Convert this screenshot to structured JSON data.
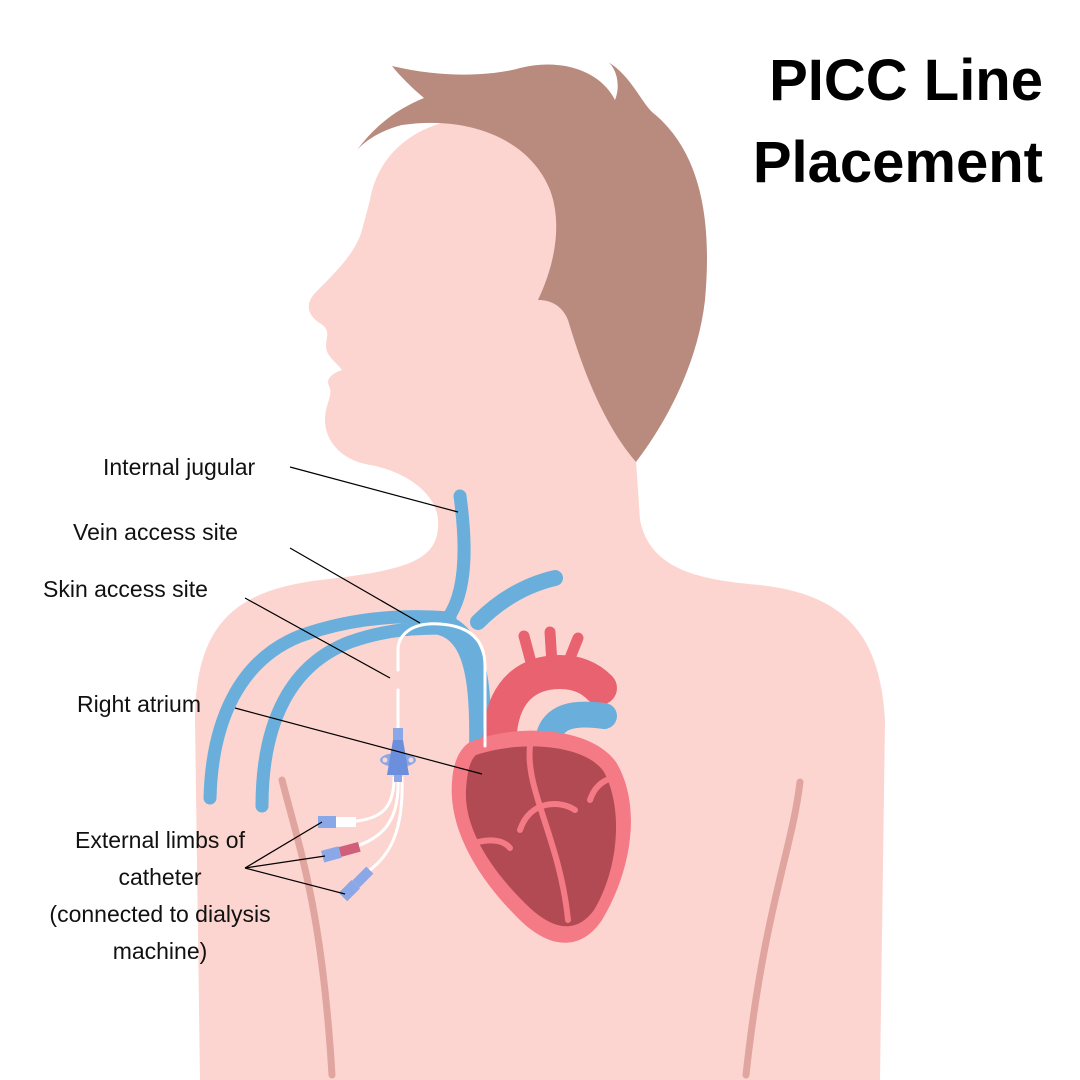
{
  "title": {
    "line1": "PICC Line",
    "line2": "Placement"
  },
  "labels": {
    "internal_jugular": "Internal jugular",
    "vein_access_site": "Vein access site",
    "skin_access_site": "Skin access site",
    "right_atrium": "Right atrium",
    "external_limbs": [
      "External limbs of",
      "catheter",
      "(connected to dialysis",
      "machine)"
    ]
  },
  "colors": {
    "skin": "#fdd5d0",
    "hair": "#b88b7e",
    "vein": "#6aafdc",
    "heart_outer": "#f47a85",
    "heart_inner": "#b24a54",
    "aorta": "#e8636f",
    "hub": "#6b8fdc"
  }
}
